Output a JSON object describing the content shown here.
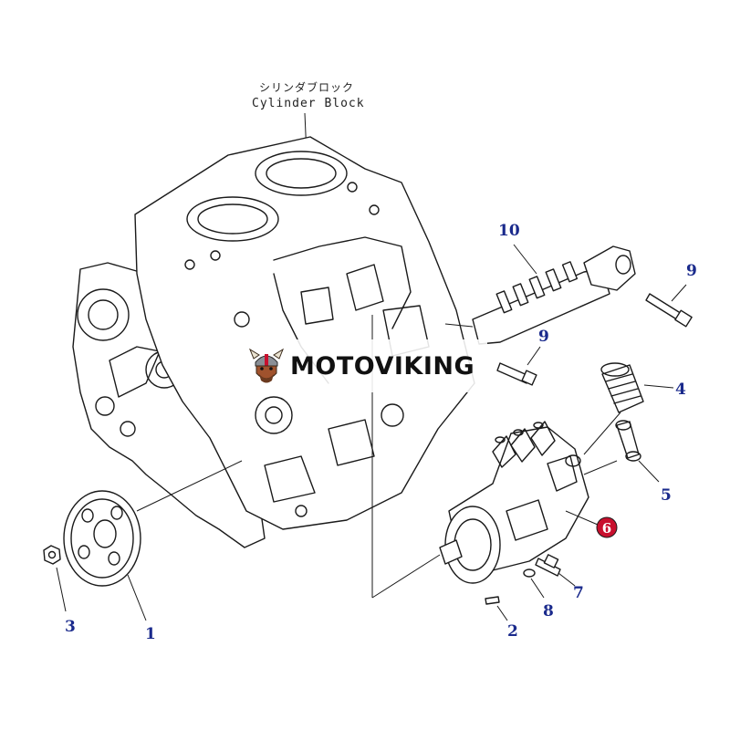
{
  "labels": {
    "cylinder_block_jp": "シリンダブロック",
    "cylinder_block_en": "Cylinder Block"
  },
  "callouts": [
    {
      "id": "1",
      "text": "1"
    },
    {
      "id": "2",
      "text": "2"
    },
    {
      "id": "3",
      "text": "3"
    },
    {
      "id": "4",
      "text": "4"
    },
    {
      "id": "5",
      "text": "5"
    },
    {
      "id": "6",
      "text": "6"
    },
    {
      "id": "7",
      "text": "7"
    },
    {
      "id": "8",
      "text": "8"
    },
    {
      "id": "9a",
      "text": "9"
    },
    {
      "id": "9b",
      "text": "9"
    },
    {
      "id": "10",
      "text": "10"
    }
  ],
  "highlighted_callout": "6",
  "colors": {
    "callout": "#1a2a8c",
    "highlight": "#c8102e",
    "line": "#1a1a1a"
  },
  "watermark": {
    "text": "MOTOVIKING",
    "logo_icon": "viking-head-icon"
  }
}
